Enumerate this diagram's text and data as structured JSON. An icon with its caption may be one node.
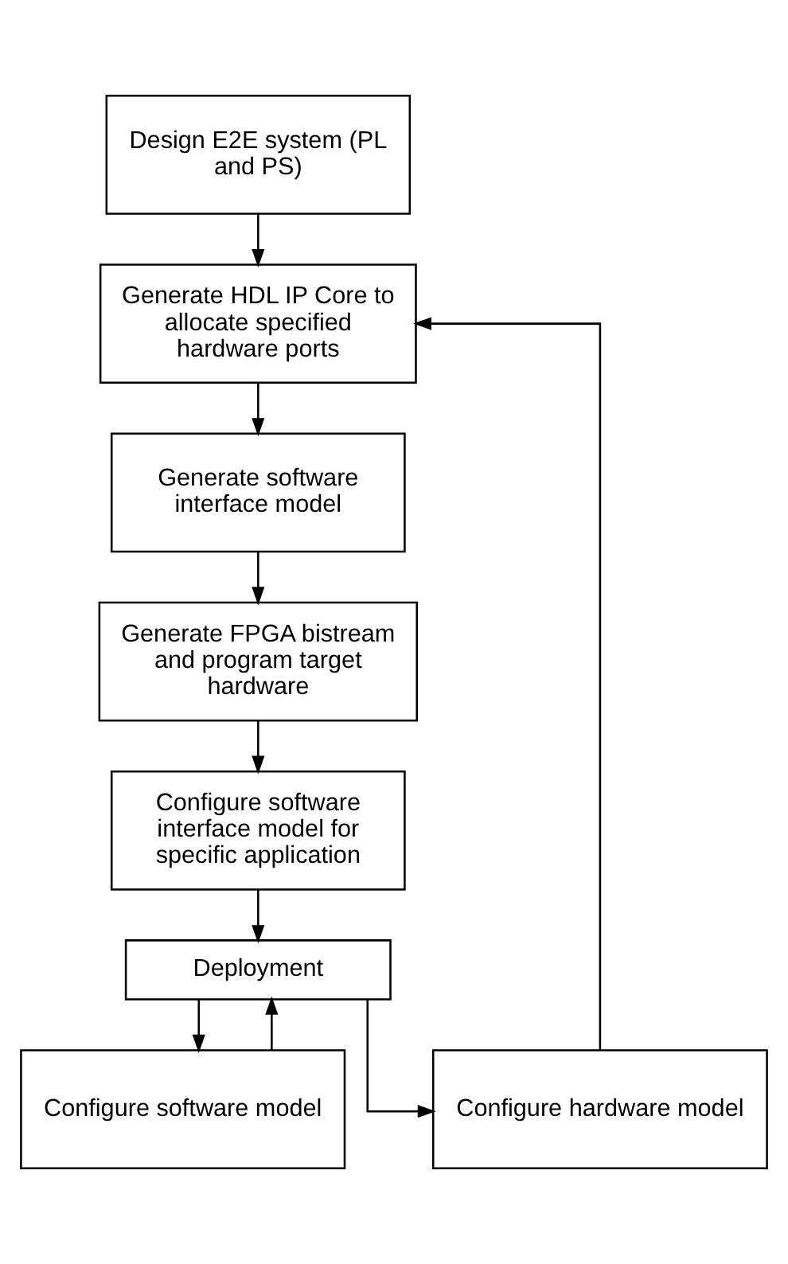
{
  "diagram": {
    "nodes": [
      {
        "text": [
          "Design E2E system (PL and PS)"
        ]
      },
      {
        "text": [
          "Generate HDL IP Core to allocate specified hardware ports"
        ]
      },
      {
        "text": [
          "Generate software interface model"
        ]
      },
      {
        "text": [
          "Generate FPGA bistream and program target hardware"
        ]
      },
      {
        "text": [
          "Configure software interface model for specific application"
        ]
      },
      {
        "text": [
          "Deployment"
        ]
      },
      {
        "text": [
          "Configure software model"
        ]
      },
      {
        "text": [
          "Configure hardware model"
        ]
      }
    ],
    "edges": [
      {
        "from": 0,
        "to": 1,
        "arrow": "to"
      },
      {
        "from": 1,
        "to": 2,
        "arrow": "to"
      },
      {
        "from": 2,
        "to": 3,
        "arrow": "to"
      },
      {
        "from": 3,
        "to": 4,
        "arrow": "to"
      },
      {
        "from": 4,
        "to": 5,
        "arrow": "to"
      },
      {
        "from": 5,
        "to": 6,
        "arrow": "to"
      },
      {
        "from": 5,
        "to": 7,
        "arrow": "to"
      },
      {
        "from": 6,
        "to": 5,
        "arrow": "to"
      },
      {
        "from": 7,
        "to": 1,
        "arrow": "to"
      }
    ]
  }
}
